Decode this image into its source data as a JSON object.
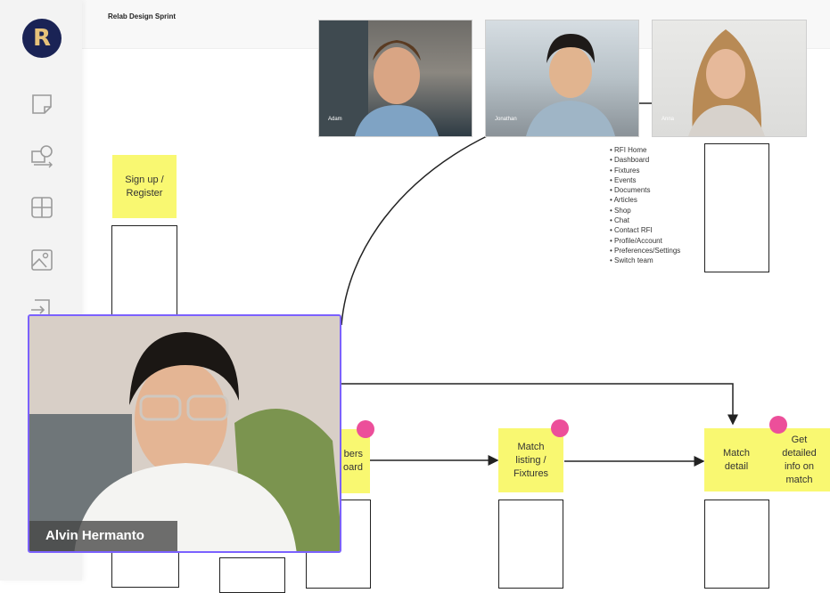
{
  "app": {
    "board_title": "Relab Design Sprint",
    "logo_letter": "R",
    "logo_bg": "#1a2355",
    "logo_fg": "#e6c27a"
  },
  "toolbar": {
    "tools": [
      "sticky-note-icon",
      "shapes-icon",
      "table-icon",
      "image-icon",
      "import-icon"
    ]
  },
  "canvas": {
    "stickies": {
      "signup": "Sign up /\nRegister",
      "members": "bers\noard",
      "match_listing": "Match\nlisting /\nFixtures",
      "match_detail": "Match\ndetail",
      "get_detailed": "Get\ndetailed\ninfo on\nmatch"
    },
    "sticky_color": "#f9f871",
    "dot_color": "#ec4f9a",
    "nav_items": [
      "RFI Home",
      "Dashboard",
      "Fixtures",
      "Events",
      "Documents",
      "Articles",
      "Shop",
      "Chat",
      "Contact RFI",
      "Profile/Account",
      "Preferences/Settings",
      "Switch team"
    ]
  },
  "participants": [
    {
      "name": "Adam"
    },
    {
      "name": "Jonathan"
    },
    {
      "name": "Anna"
    }
  ],
  "active_speaker": {
    "name": "Alvin Hermanto",
    "border_color": "#7b61ff"
  }
}
